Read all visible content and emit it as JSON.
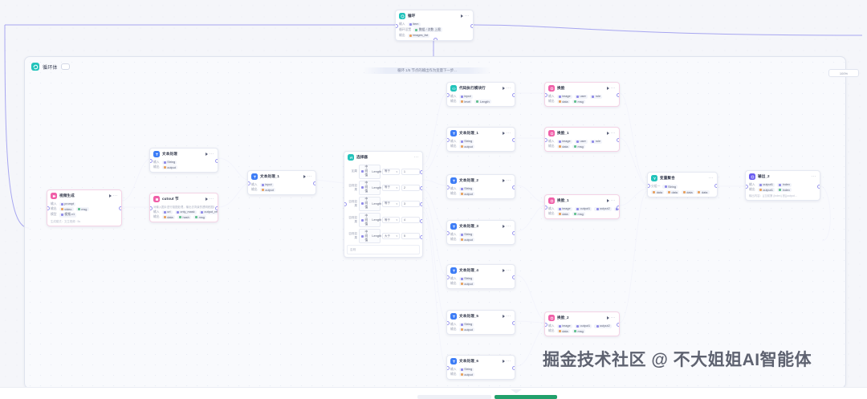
{
  "app": {
    "canvas_label": "workflow-canvas",
    "watermark": "掘金技术社区 @ 不大姐姐AI智能体"
  },
  "subflow": {
    "title": "循环体",
    "badge_icon": "loop-icon",
    "banner": "循环 1/5 节点的输出作为变量下一步...",
    "zoom_level": "100%"
  },
  "top_node": {
    "title": "循环",
    "accent": "#22c3bb",
    "icon": "loop-icon",
    "rows": [
      {
        "label": "输入",
        "tags": [
          {
            "text": "item",
            "kind": "v"
          }
        ]
      },
      {
        "label": "循环设置",
        "tags": [
          {
            "text": "数组 / 次数 上限",
            "kind": "g"
          }
        ]
      },
      {
        "label": "输出",
        "tags": [
          {
            "text": "images_list",
            "kind": "o"
          }
        ]
      }
    ]
  },
  "nodes": [
    {
      "id": "video-gen",
      "title": "视频生成",
      "accent": "pink",
      "icon": "video-icon",
      "rows": [
        {
          "label": "输入",
          "tags": [
            {
              "text": "prompt",
              "kind": "v"
            }
          ]
        },
        {
          "label": "输出",
          "tags": [
            {
              "text": "video",
              "kind": "o"
            },
            {
              "text": "msg",
              "kind": "g"
            }
          ]
        },
        {
          "label": "模型",
          "tags": [
            {
              "text": "视频-v1",
              "kind": "v"
            }
          ]
        }
      ],
      "note": "生成模式：文生视频 · 5s"
    },
    {
      "id": "text-process",
      "title": "文本处理",
      "accent": "blue",
      "icon": "text-icon",
      "rows": [
        {
          "label": "输入",
          "tags": [
            {
              "text": "String",
              "kind": "v"
            }
          ]
        },
        {
          "label": "输出",
          "tags": [
            {
              "text": "output",
              "kind": "o"
            }
          ]
        }
      ]
    },
    {
      "id": "cutout",
      "title": "cutout 节",
      "accent": "pink",
      "icon": "image-icon",
      "desc": "对输入图片进行抠图处理，输出去背景的透明底图片 ...",
      "rows": [
        {
          "label": "输入",
          "tags": [
            {
              "text": "url",
              "kind": "v"
            },
            {
              "text": "only_mask",
              "kind": "v"
            },
            {
              "text": "output_return",
              "kind": "v"
            }
          ]
        },
        {
          "label": "输出",
          "tags": [
            {
              "text": "data",
              "kind": "o"
            },
            {
              "text": "hash",
              "kind": "g"
            },
            {
              "text": "msg",
              "kind": "g"
            }
          ]
        }
      ]
    },
    {
      "id": "text-process-1",
      "title": "文本处理_1",
      "accent": "blue",
      "icon": "text-icon",
      "rows": [
        {
          "label": "输入",
          "tags": [
            {
              "text": "input",
              "kind": "v"
            }
          ]
        },
        {
          "label": "输出",
          "tags": [
            {
              "text": "output",
              "kind": "o"
            }
          ]
        }
      ]
    },
    {
      "id": "selector",
      "title": "选择器",
      "accent": "teal",
      "icon": "branch-icon",
      "conditions": [
        {
          "label": "如果",
          "var_group": "中间值",
          "var_field": "Length",
          "op": "等于",
          "value": "1"
        },
        {
          "label": "否则如果",
          "var_group": "中间值",
          "var_field": "Length",
          "op": "等于",
          "value": "2"
        },
        {
          "label": "否则如果",
          "var_group": "中间值",
          "var_field": "Length",
          "op": "等于",
          "value": "3"
        },
        {
          "label": "否则如果",
          "var_group": "中间值",
          "var_field": "Length",
          "op": "等于",
          "value": "4"
        },
        {
          "label": "否则如果",
          "var_group": "中间值",
          "var_field": "Length",
          "op": "大于",
          "value": "5"
        }
      ],
      "else_label": "否则"
    },
    {
      "id": "code-run",
      "title": "代码执行模块行",
      "accent": "teal",
      "icon": "code-icon",
      "rows": [
        {
          "label": "输入",
          "tags": [
            {
              "text": "input",
              "kind": "v"
            }
          ]
        },
        {
          "label": "输出",
          "tags": [
            {
              "text": "level",
              "kind": "o"
            },
            {
              "text": "Length",
              "kind": "g"
            }
          ]
        }
      ]
    },
    {
      "id": "text-process-2",
      "title": "文本处理_1",
      "accent": "blue",
      "icon": "text-icon",
      "rows": [
        {
          "label": "输入",
          "tags": [
            {
              "text": "String",
              "kind": "v"
            }
          ]
        },
        {
          "label": "输出",
          "tags": [
            {
              "text": "output",
              "kind": "o"
            }
          ]
        }
      ]
    },
    {
      "id": "text-process-3",
      "title": "文本处理_2",
      "accent": "blue",
      "icon": "text-icon",
      "rows": [
        {
          "label": "输入",
          "tags": [
            {
              "text": "String",
              "kind": "v"
            }
          ]
        },
        {
          "label": "输出",
          "tags": [
            {
              "text": "output",
              "kind": "o"
            }
          ]
        }
      ]
    },
    {
      "id": "text-process-4",
      "title": "文本处理_3",
      "accent": "blue",
      "icon": "text-icon",
      "rows": [
        {
          "label": "输入",
          "tags": [
            {
              "text": "String",
              "kind": "v"
            }
          ]
        },
        {
          "label": "输出",
          "tags": [
            {
              "text": "output",
              "kind": "o"
            }
          ]
        }
      ]
    },
    {
      "id": "text-process-5",
      "title": "文本处理_4",
      "accent": "blue",
      "icon": "text-icon",
      "rows": [
        {
          "label": "输入",
          "tags": [
            {
              "text": "String",
              "kind": "v"
            }
          ]
        },
        {
          "label": "输出",
          "tags": [
            {
              "text": "output",
              "kind": "o"
            }
          ]
        }
      ]
    },
    {
      "id": "text-process-6",
      "title": "文本处理_5",
      "accent": "blue",
      "icon": "text-icon",
      "rows": [
        {
          "label": "输入",
          "tags": [
            {
              "text": "String",
              "kind": "v"
            }
          ]
        },
        {
          "label": "输出",
          "tags": [
            {
              "text": "output",
              "kind": "o"
            }
          ]
        }
      ]
    },
    {
      "id": "text-process-7",
      "title": "文本处理_6",
      "accent": "blue",
      "icon": "text-icon",
      "rows": [
        {
          "label": "输入",
          "tags": [
            {
              "text": "String",
              "kind": "v"
            }
          ]
        },
        {
          "label": "输出",
          "tags": [
            {
              "text": "output",
              "kind": "o"
            }
          ]
        }
      ]
    },
    {
      "id": "faceswap",
      "title": "换脸",
      "accent": "pink",
      "icon": "face-icon",
      "rows": [
        {
          "label": "输入",
          "tags": [
            {
              "text": "image",
              "kind": "v"
            },
            {
              "text": "user",
              "kind": "v"
            },
            {
              "text": "role",
              "kind": "v"
            }
          ]
        },
        {
          "label": "输出",
          "tags": [
            {
              "text": "data",
              "kind": "o"
            },
            {
              "text": "msg",
              "kind": "g"
            }
          ]
        }
      ]
    },
    {
      "id": "faceswap-1",
      "title": "换脸_1",
      "accent": "pink",
      "icon": "face-icon",
      "rows": [
        {
          "label": "输入",
          "tags": [
            {
              "text": "image",
              "kind": "v"
            },
            {
              "text": "user",
              "kind": "v"
            },
            {
              "text": "role",
              "kind": "v"
            }
          ]
        },
        {
          "label": "输出",
          "tags": [
            {
              "text": "data",
              "kind": "o"
            },
            {
              "text": "msg",
              "kind": "g"
            }
          ]
        }
      ]
    },
    {
      "id": "faceswap-2",
      "title": "换脸_1",
      "accent": "pink",
      "icon": "face-icon",
      "rows": [
        {
          "label": "输入",
          "tags": [
            {
              "text": "image",
              "kind": "v"
            },
            {
              "text": "output1",
              "kind": "v"
            },
            {
              "text": "output2",
              "kind": "v"
            },
            {
              "text": "role",
              "kind": "v"
            }
          ]
        },
        {
          "label": "输出",
          "tags": [
            {
              "text": "data",
              "kind": "o"
            },
            {
              "text": "msg",
              "kind": "g"
            }
          ]
        }
      ]
    },
    {
      "id": "faceswap-3",
      "title": "换脸_2",
      "accent": "pink",
      "icon": "face-icon",
      "rows": [
        {
          "label": "输入",
          "tags": [
            {
              "text": "image",
              "kind": "v"
            },
            {
              "text": "output1",
              "kind": "v"
            },
            {
              "text": "output2",
              "kind": "v"
            }
          ]
        },
        {
          "label": "输出",
          "tags": [
            {
              "text": "data",
              "kind": "o"
            },
            {
              "text": "msg",
              "kind": "g"
            }
          ]
        }
      ]
    },
    {
      "id": "aggregate",
      "title": "变量聚合",
      "accent": "teal",
      "icon": "merge-icon",
      "group_label": "分组一",
      "group_value": "String",
      "tags": [
        {
          "text": "data",
          "kind": "o"
        },
        {
          "text": "data",
          "kind": "o"
        },
        {
          "text": "data",
          "kind": "o"
        },
        {
          "text": "data",
          "kind": "o"
        }
      ]
    },
    {
      "id": "output-2",
      "title": "输出_2",
      "accent": "indigo",
      "icon": "output-icon",
      "rows": [
        {
          "label": "输入",
          "tags": [
            {
              "text": "output1",
              "kind": "v"
            },
            {
              "text": "index",
              "kind": "v"
            }
          ]
        },
        {
          "label": "输出",
          "tags": [
            {
              "text": "output1",
              "kind": "o"
            },
            {
              "text": "index",
              "kind": "g"
            }
          ]
        }
      ],
      "note": "输出内容：{{当前第 {index} 张}}output…"
    }
  ],
  "bottom_bar": {
    "left_chip": "",
    "right_chip": ""
  }
}
